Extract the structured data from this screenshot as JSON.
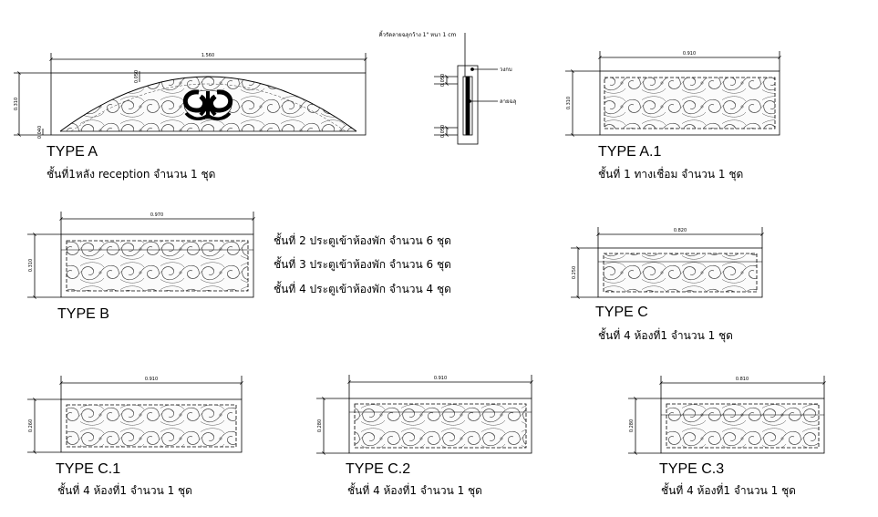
{
  "panels": {
    "a": {
      "type": "TYPE A",
      "desc": "ชั้นที่1หลัง reception จำนวน 1 ชุด",
      "width": "1.560",
      "height": "0.310",
      "crown": "0.050",
      "base": "0.040"
    },
    "a1": {
      "type": "TYPE A.1",
      "desc": "ชั้นที่ 1 ทางเชื่อม จำนวน 1 ชุด",
      "width": "0.910",
      "height": "0.310"
    },
    "b": {
      "type": "TYPE B",
      "width": "0.970",
      "height": "0.310",
      "desc_lines": [
        "ชั้นที่ 2 ประตูเข้าห้องพัก จำนวน 6 ชุด",
        "ชั้นที่ 3 ประตูเข้าห้องพัก จำนวน 6 ชุด",
        "ชั้นที่ 4 ประตูเข้าห้องพัก จำนวน 4 ชุด"
      ]
    },
    "c": {
      "type": "TYPE C",
      "desc": "ชั้นที่ 4 ห้องที่1 จำนวน 1 ชุด",
      "width": "0.820",
      "height": "0.250"
    },
    "c1": {
      "type": "TYPE C.1",
      "desc": "ชั้นที่ 4 ห้องที่1 จำนวน 1 ชุด",
      "width": "0.910",
      "height": "0.260"
    },
    "c2": {
      "type": "TYPE C.2",
      "desc": "ชั้นที่ 4 ห้องที่1 จำนวน 1 ชุด",
      "width": "0.910",
      "height": "0.280"
    },
    "c3": {
      "type": "TYPE C.3",
      "desc": "ชั้นที่ 4 ห้องที่1 จำนวน 1 ชุด",
      "width": "0.810",
      "height": "0.280"
    }
  },
  "section": {
    "note": "คิ้วรัดลายฉลุกว้าง 1\" หนา 1 cm",
    "frame_label": "วงกบ",
    "carving_label": "ลายฉลุ",
    "dim_top": "0.050",
    "dim_bottom": "0.050"
  }
}
